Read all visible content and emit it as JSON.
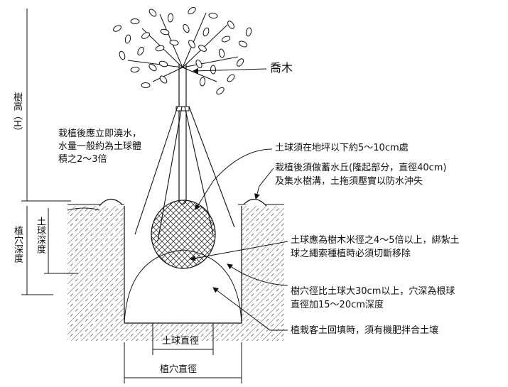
{
  "labels": {
    "tree_height": "樹高（H）",
    "pit_depth": "植穴深度",
    "ball_depth": "土球深度",
    "tree_name": "喬木",
    "watering": [
      "栽植後應立即澆水，",
      "水量一般約為土球體",
      "積之2～3倍"
    ],
    "ball_below_ground": "土球須在地坪以下約5～10cm處",
    "water_basin": [
      "栽植後須做蓄水丘(隆起部分，直徑40cm)",
      "及集水樹溝，土拖須壓實以防水沖失"
    ],
    "ball_diameter_rule": [
      "土球應為樹木米徑之4～5倍以上，綁紮土",
      "球之繩索種植時必須切斷移除"
    ],
    "pit_rule": [
      "樹穴徑比土球大30cm以上，穴深為根球",
      "直徑加15～20cm深度"
    ],
    "backfill": "植栽客土回填時，須有機肥拌合土壤",
    "ball_width": "土球直徑",
    "pit_width": "植穴直徑"
  },
  "colors": {
    "line": "#111111",
    "hatch": "#555555"
  }
}
